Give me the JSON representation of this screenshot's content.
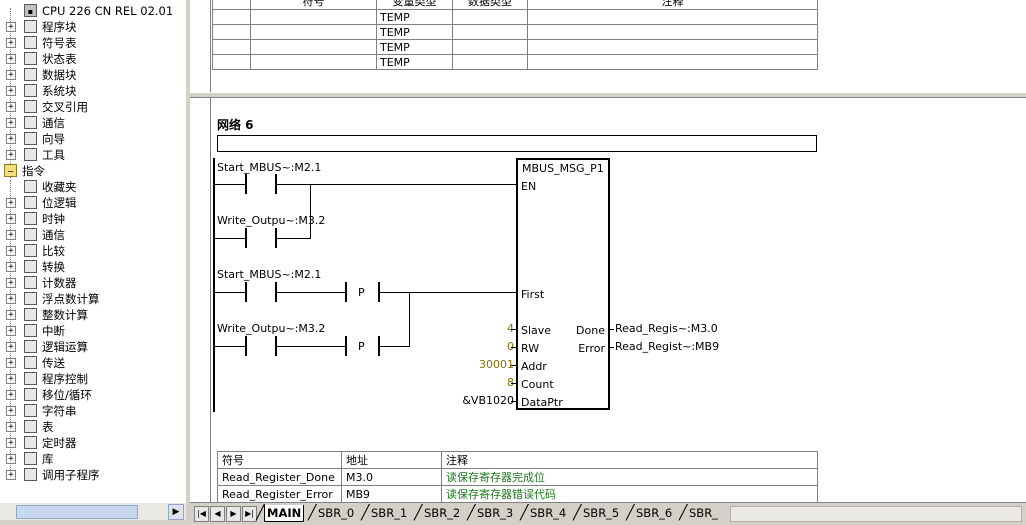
{
  "tree": {
    "cpu": "CPU 226 CN REL 02.01",
    "project_items": [
      {
        "label": "程序块",
        "icon": "program-block-icon"
      },
      {
        "label": "符号表",
        "icon": "symbol-table-icon"
      },
      {
        "label": "状态表",
        "icon": "status-table-icon"
      },
      {
        "label": "数据块",
        "icon": "data-block-icon"
      },
      {
        "label": "系统块",
        "icon": "system-block-icon"
      },
      {
        "label": "交叉引用",
        "icon": "cross-reference-icon"
      },
      {
        "label": "通信",
        "icon": "communication-icon"
      },
      {
        "label": "向导",
        "icon": "wizard-icon"
      },
      {
        "label": "工具",
        "icon": "tools-icon"
      }
    ],
    "instructions_label": "指令",
    "instruction_items": [
      {
        "label": "收藏夹",
        "expandable": false
      },
      {
        "label": "位逻辑",
        "expandable": true
      },
      {
        "label": "时钟",
        "expandable": true
      },
      {
        "label": "通信",
        "expandable": true
      },
      {
        "label": "比较",
        "expandable": true
      },
      {
        "label": "转换",
        "expandable": true
      },
      {
        "label": "计数器",
        "expandable": true
      },
      {
        "label": "浮点数计算",
        "expandable": true
      },
      {
        "label": "整数计算",
        "expandable": true
      },
      {
        "label": "中断",
        "expandable": true
      },
      {
        "label": "逻辑运算",
        "expandable": true
      },
      {
        "label": "传送",
        "expandable": true
      },
      {
        "label": "程序控制",
        "expandable": true
      },
      {
        "label": "移位/循环",
        "expandable": true
      },
      {
        "label": "字符串",
        "expandable": true
      },
      {
        "label": "表",
        "expandable": true
      },
      {
        "label": "定时器",
        "expandable": true
      },
      {
        "label": "库",
        "expandable": true
      },
      {
        "label": "调用子程序",
        "expandable": true
      }
    ]
  },
  "var_table": {
    "headers": [
      "符号",
      "变量类型",
      "数据类型",
      "注释"
    ],
    "rows": [
      {
        "symbol": "",
        "var_type": "TEMP",
        "data_type": "",
        "comment": ""
      },
      {
        "symbol": "",
        "var_type": "TEMP",
        "data_type": "",
        "comment": ""
      },
      {
        "symbol": "",
        "var_type": "TEMP",
        "data_type": "",
        "comment": ""
      },
      {
        "symbol": "",
        "var_type": "TEMP",
        "data_type": "",
        "comment": ""
      }
    ]
  },
  "network": {
    "title": "网络 6",
    "comment": "",
    "contacts": {
      "c1": "Start_MBUS~:M2.1",
      "c2": "Write_Outpu~:M3.2",
      "c3": "Start_MBUS~:M2.1",
      "c4": "Write_Outpu~:M3.2"
    },
    "p_label": "P",
    "block": {
      "name": "MBUS_MSG_P1",
      "inputs": [
        "EN",
        "First",
        "Slave",
        "RW",
        "Addr",
        "Count",
        "DataPtr"
      ],
      "outputs": [
        "Done",
        "Error"
      ],
      "params": {
        "slave": "4",
        "rw": "0",
        "addr": "30001",
        "count": "8",
        "dataptr": "&VB1020"
      },
      "out_values": {
        "done": "Read_Regis~:M3.0",
        "error": "Read_Regist~:MB9"
      }
    }
  },
  "symbol_table": {
    "headers": [
      "符号",
      "地址",
      "注释"
    ],
    "rows": [
      {
        "symbol": "Read_Register_Done",
        "address": "M3.0",
        "comment": "读保存寄存器完成位"
      },
      {
        "symbol": "Read_Register_Error",
        "address": "MB9",
        "comment": "读保存寄存器错误代码"
      }
    ]
  },
  "tabs": [
    "MAIN",
    "SBR_0",
    "SBR_1",
    "SBR_2",
    "SBR_3",
    "SBR_4",
    "SBR_5",
    "SBR_6",
    "SBR_"
  ],
  "active_tab": "MAIN"
}
